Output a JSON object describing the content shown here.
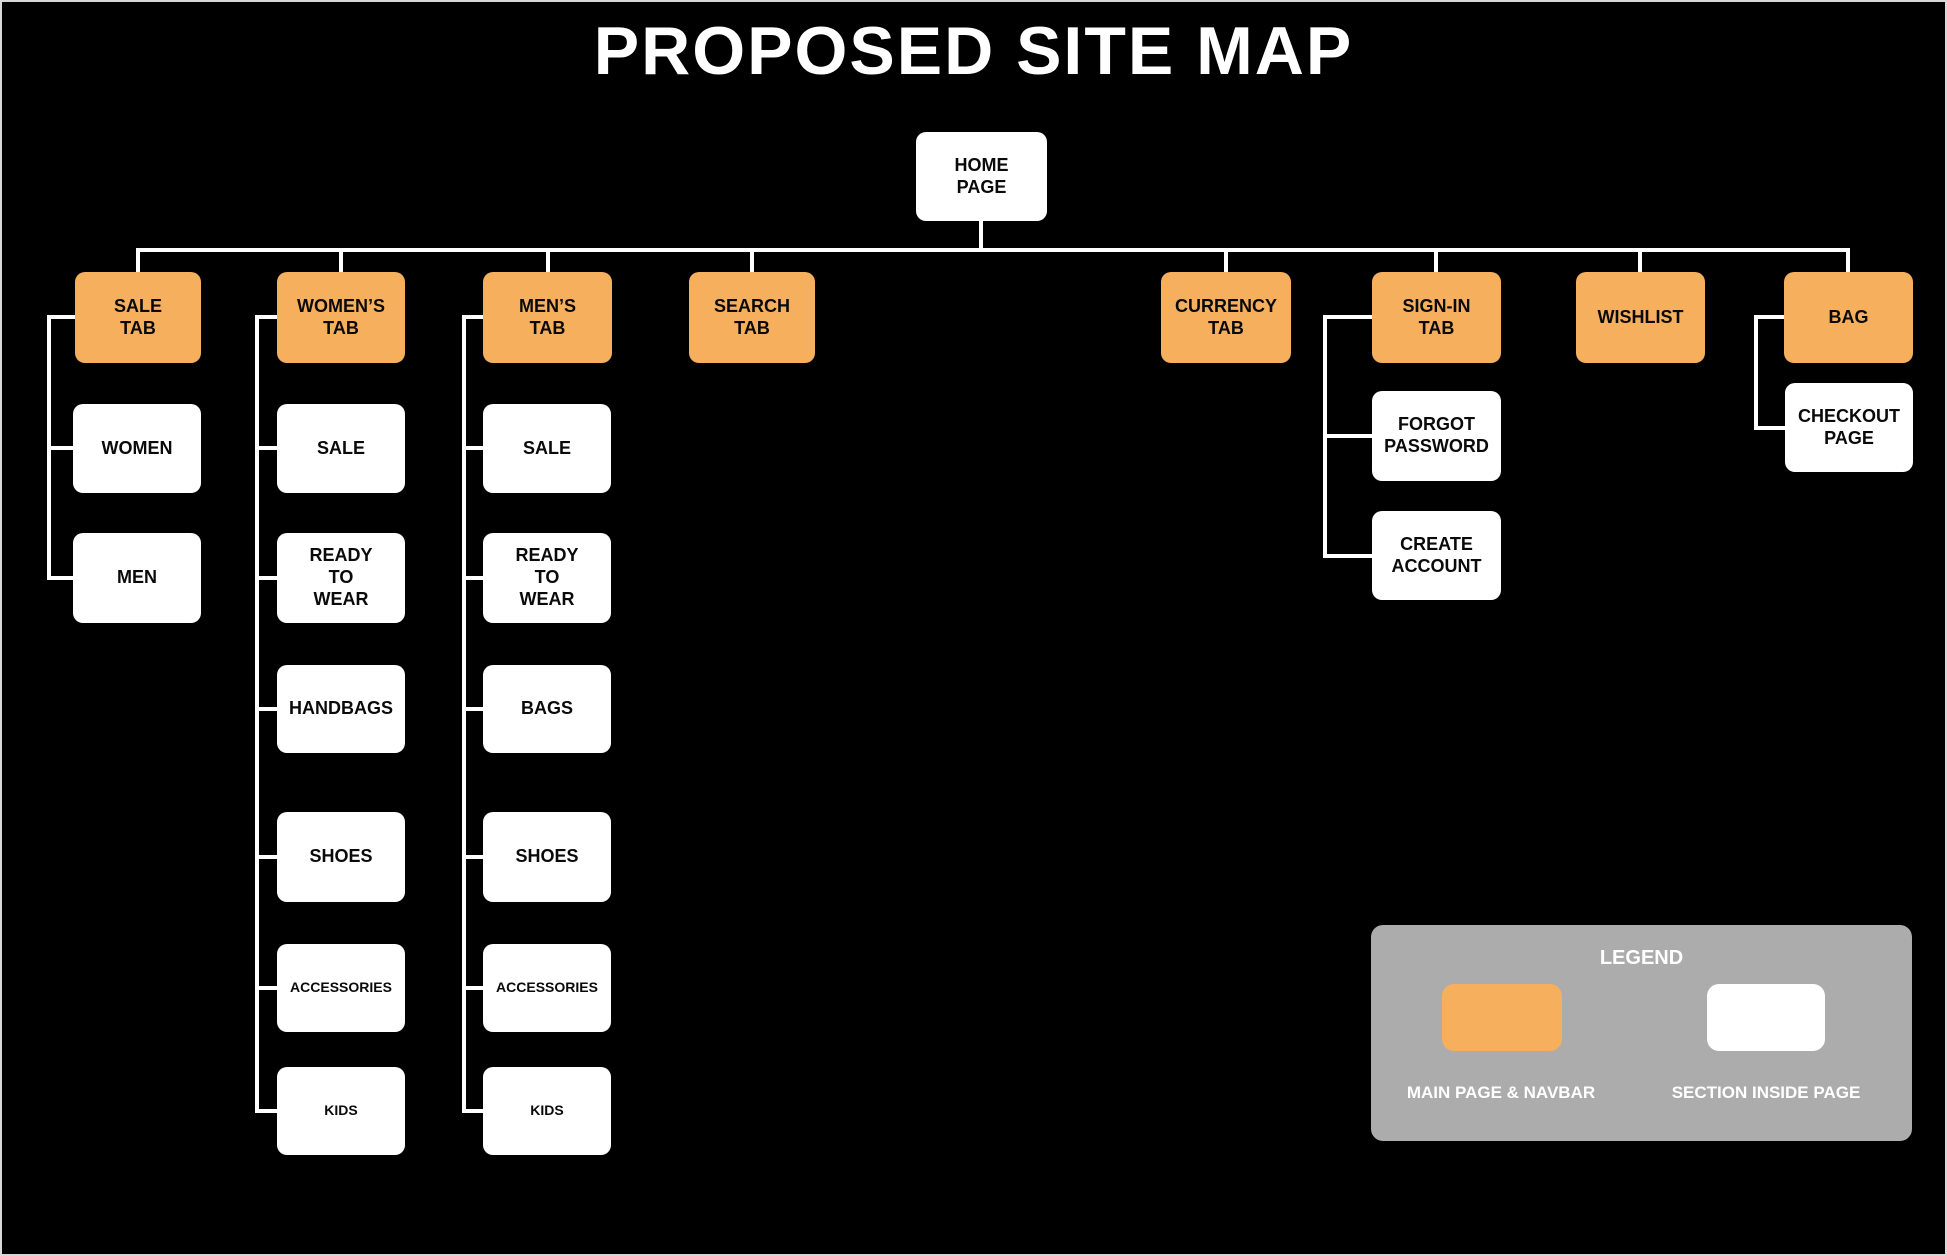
{
  "title": "PROPOSED SITE MAP",
  "colors": {
    "background": "#000000",
    "main_page": "#F5AF5D",
    "section": "#FFFFFF",
    "line": "#FFFFFF",
    "legend_bg": "#ACACAC"
  },
  "tree": {
    "root": "HOME\nPAGE",
    "tabs": [
      {
        "id": "sale",
        "label": "SALE\nTAB",
        "children": [
          "WOMEN",
          "MEN"
        ]
      },
      {
        "id": "womens",
        "label": "WOMEN’S\nTAB",
        "children": [
          "SALE",
          "READY\nTO\nWEAR",
          "HANDBAGS",
          "SHOES",
          "ACCESSORIES",
          "KIDS"
        ]
      },
      {
        "id": "mens",
        "label": "MEN’S\nTAB",
        "children": [
          "SALE",
          "READY\nTO\nWEAR",
          "BAGS",
          "SHOES",
          "ACCESSORIES",
          "KIDS"
        ]
      },
      {
        "id": "search",
        "label": "SEARCH\nTAB",
        "children": []
      },
      {
        "id": "currency",
        "label": "CURRENCY\nTAB",
        "children": []
      },
      {
        "id": "signin",
        "label": "SIGN-IN\nTAB",
        "children": [
          "FORGOT\nPASSWORD",
          "CREATE\nACCOUNT"
        ]
      },
      {
        "id": "wishlist",
        "label": "WISHLIST",
        "children": []
      },
      {
        "id": "bag",
        "label": "BAG",
        "children": [
          "CHECKOUT\nPAGE"
        ]
      }
    ]
  },
  "legend": {
    "title": "LEGEND",
    "items": [
      {
        "label": "MAIN PAGE & NAVBAR",
        "color": "#F5AF5D"
      },
      {
        "label": "SECTION INSIDE PAGE",
        "color": "#FFFFFF"
      }
    ]
  }
}
